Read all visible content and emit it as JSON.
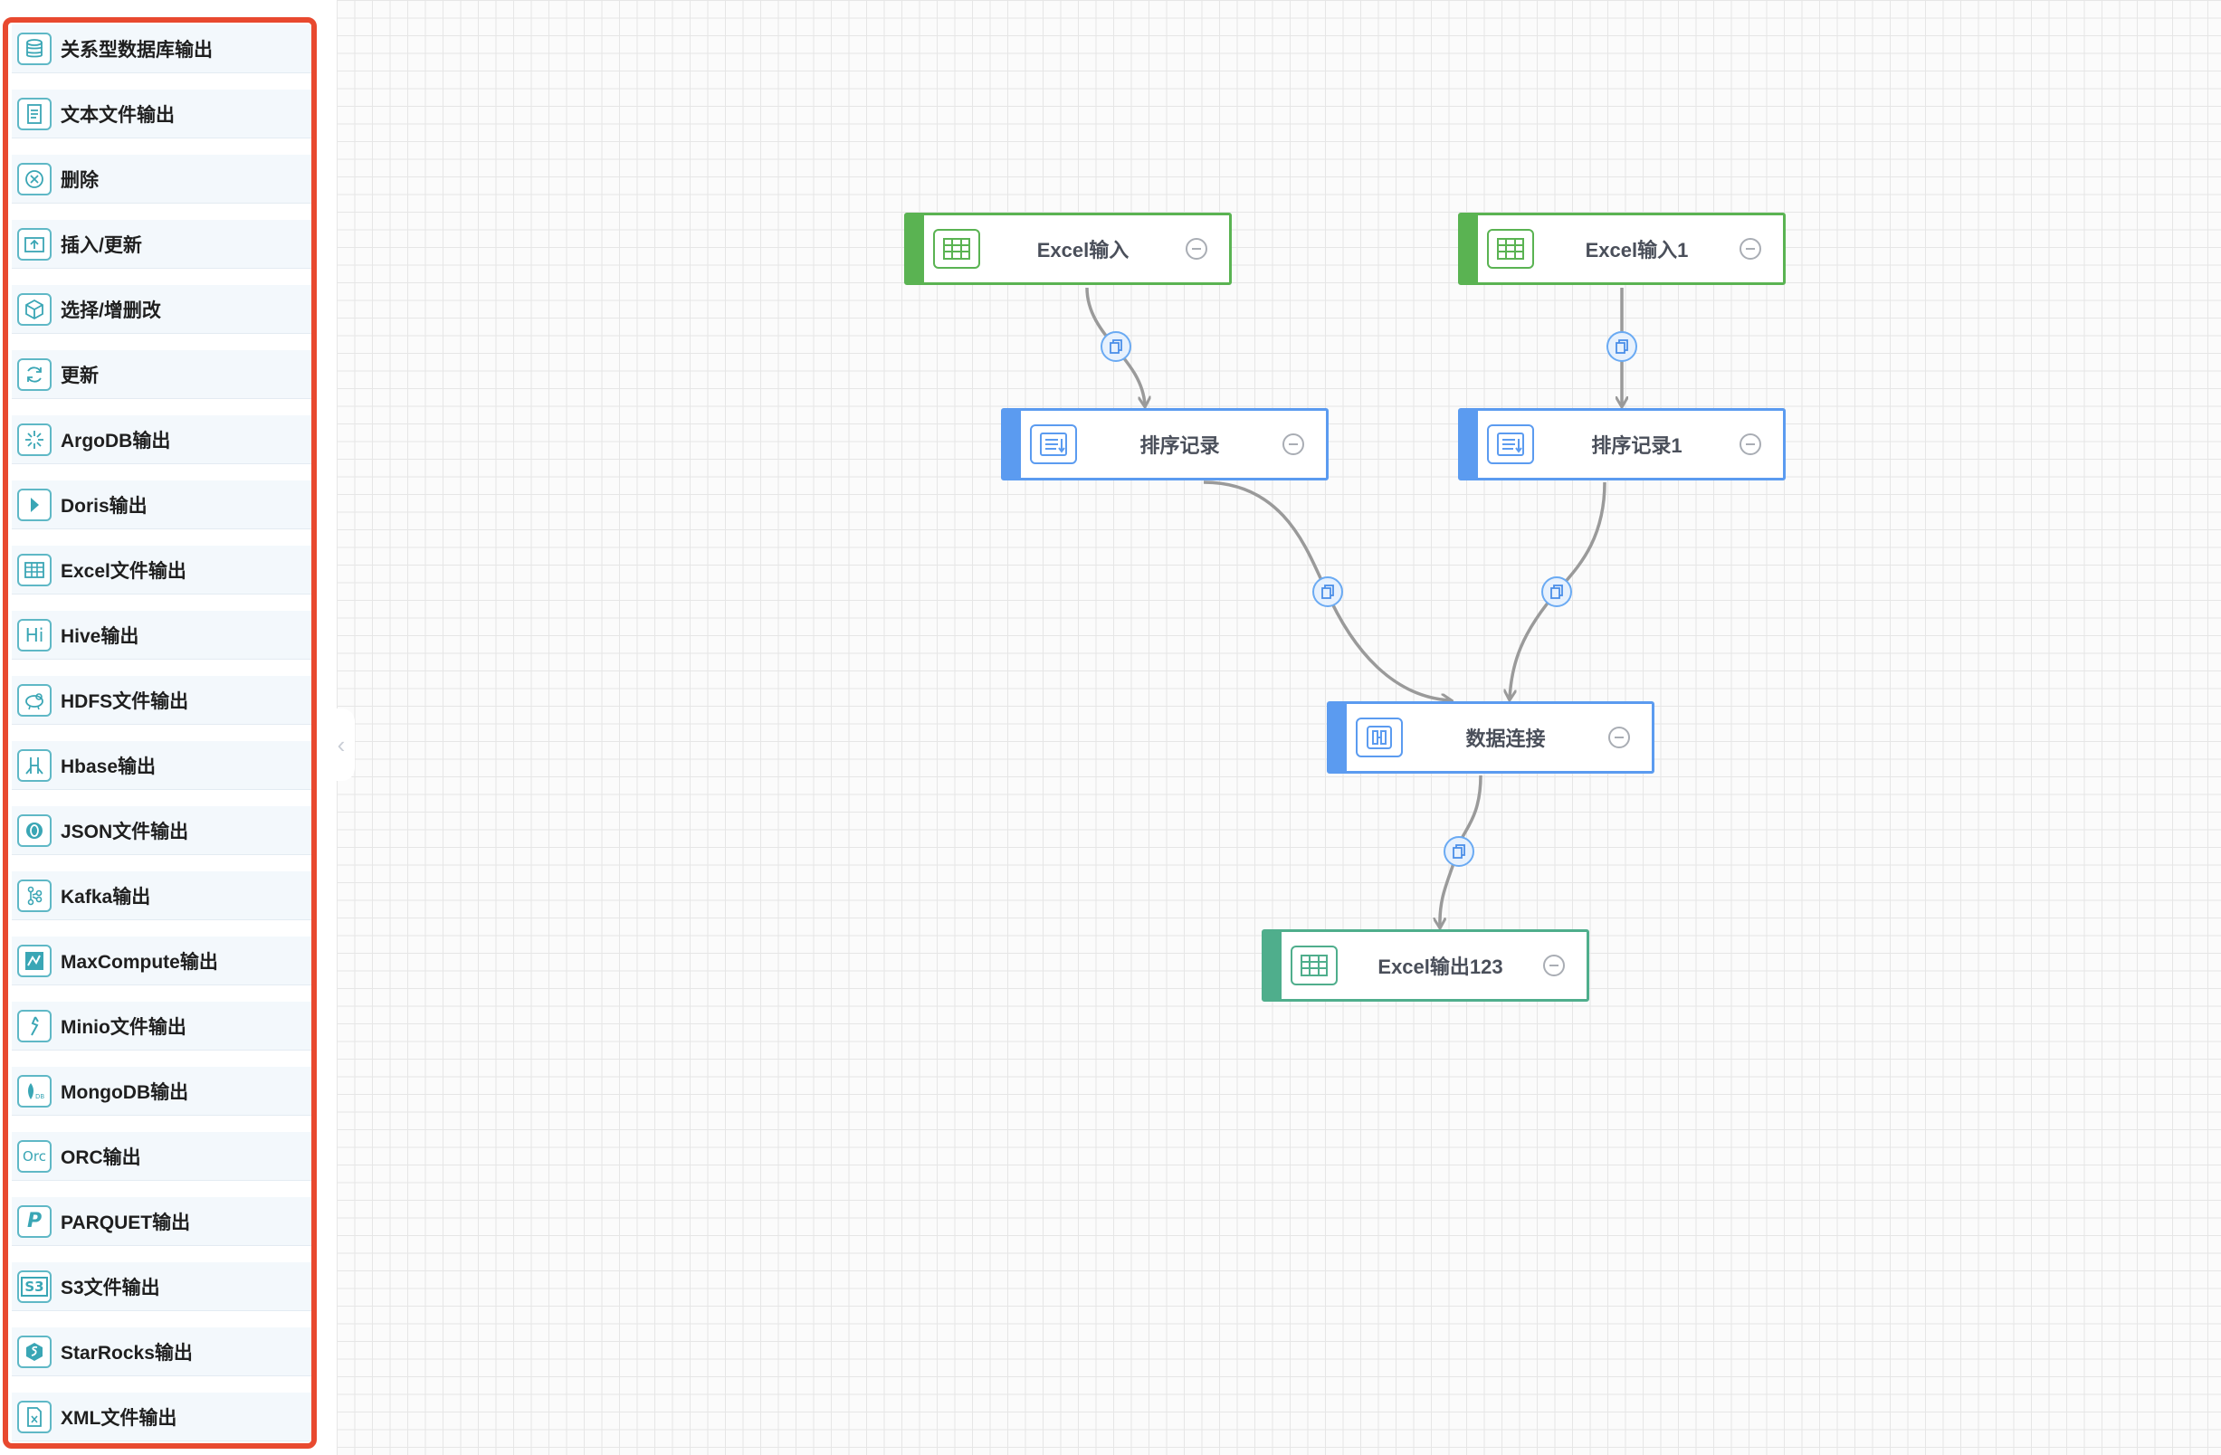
{
  "sidebar": {
    "items": [
      {
        "label": "关系型数据库输出",
        "icon": "database-icon"
      },
      {
        "label": "文本文件输出",
        "icon": "text-file-icon"
      },
      {
        "label": "删除",
        "icon": "delete-circle-icon"
      },
      {
        "label": "插入/更新",
        "icon": "insert-update-icon"
      },
      {
        "label": "选择/增删改",
        "icon": "cube-icon"
      },
      {
        "label": "更新",
        "icon": "refresh-icon"
      },
      {
        "label": "ArgoDB输出",
        "icon": "argodb-icon"
      },
      {
        "label": "Doris输出",
        "icon": "doris-icon"
      },
      {
        "label": "Excel文件输出",
        "icon": "spreadsheet-icon"
      },
      {
        "label": "Hive输出",
        "icon": "hive-icon",
        "glyph": "Hi"
      },
      {
        "label": "HDFS文件输出",
        "icon": "hdfs-icon"
      },
      {
        "label": "Hbase输出",
        "icon": "hbase-icon"
      },
      {
        "label": "JSON文件输出",
        "icon": "json-icon"
      },
      {
        "label": "Kafka输出",
        "icon": "kafka-icon"
      },
      {
        "label": "MaxCompute输出",
        "icon": "maxcompute-icon"
      },
      {
        "label": "Minio文件输出",
        "icon": "minio-icon"
      },
      {
        "label": "MongoDB输出",
        "icon": "mongodb-icon"
      },
      {
        "label": "ORC输出",
        "icon": "orc-icon",
        "glyph": "Orc"
      },
      {
        "label": "PARQUET输出",
        "icon": "parquet-icon",
        "glyph": "P"
      },
      {
        "label": "S3文件输出",
        "icon": "s3-icon",
        "glyph": "S3"
      },
      {
        "label": "StarRocks输出",
        "icon": "starrocks-icon"
      },
      {
        "label": "XML文件输出",
        "icon": "xml-file-icon"
      }
    ]
  },
  "canvas": {
    "nodes": [
      {
        "id": "excel-input",
        "label": "Excel输入",
        "kind": "input",
        "icon": "spreadsheet-icon"
      },
      {
        "id": "excel-input-1",
        "label": "Excel输入1",
        "kind": "input",
        "icon": "spreadsheet-icon"
      },
      {
        "id": "sort-records",
        "label": "排序记录",
        "kind": "transform",
        "icon": "sort-list-icon"
      },
      {
        "id": "sort-records-1",
        "label": "排序记录1",
        "kind": "transform",
        "icon": "sort-list-icon"
      },
      {
        "id": "data-join",
        "label": "数据连接",
        "kind": "transform",
        "icon": "join-icon"
      },
      {
        "id": "excel-output-123",
        "label": "Excel输出123",
        "kind": "output",
        "icon": "spreadsheet-icon"
      }
    ],
    "edges": [
      {
        "from": "excel-input",
        "to": "sort-records"
      },
      {
        "from": "excel-input-1",
        "to": "sort-records-1"
      },
      {
        "from": "sort-records",
        "to": "data-join"
      },
      {
        "from": "sort-records-1",
        "to": "data-join"
      },
      {
        "from": "data-join",
        "to": "excel-output-123"
      }
    ]
  },
  "colors": {
    "sidebar_border": "#e8492f",
    "input_node": "#5ab352",
    "transform_node": "#5b9bf0",
    "output_node": "#4fae8c",
    "edge_line": "#9a9a9a",
    "edge_badge": "#6aaaf3"
  }
}
